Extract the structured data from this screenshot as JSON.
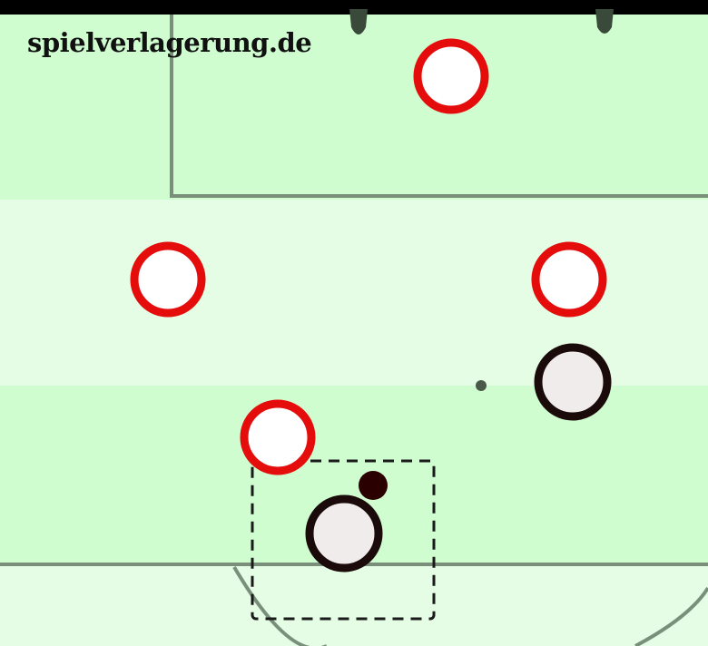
{
  "watermark": "spielverlagerung.de",
  "colors": {
    "pitch_dark_stripe": "#d0fdd0",
    "pitch_light_stripe": "#e4fde4",
    "pitch_lines": "#7a8f7a",
    "top_bar": "#000000",
    "goalpost": "#3a4a3a",
    "team_red_ring": "#e50c0c",
    "team_red_fill": "#ffffff",
    "team_dark_ring": "#1a0a0a",
    "team_dark_fill": "#f0ecec",
    "ball": "#2a0000",
    "marker_dot": "#4a5a4a",
    "highlight_box": "#1a1a1a"
  },
  "players": [
    {
      "team": "red"
    },
    {
      "team": "red"
    },
    {
      "team": "red"
    },
    {
      "team": "red"
    },
    {
      "team": "dark"
    },
    {
      "team": "dark"
    }
  ],
  "ball": {
    "present": true
  },
  "highlight_box": {
    "style": "dashed"
  }
}
